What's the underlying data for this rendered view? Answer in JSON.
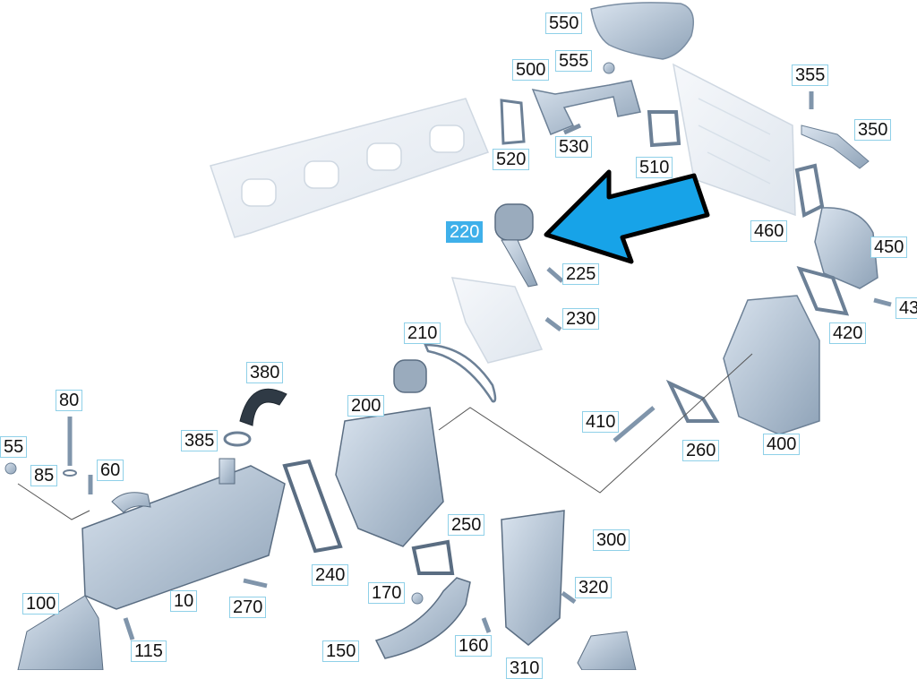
{
  "diagram": {
    "accent_arrow_color": "#17a3e8",
    "part_color": "#b7c7d9",
    "ghost_part_color": "#e7edf3",
    "highlighted_callout": "220",
    "callouts": [
      "550",
      "555",
      "500",
      "520",
      "530",
      "510",
      "355",
      "350",
      "460",
      "450",
      "43",
      "420",
      "220",
      "225",
      "230",
      "210",
      "380",
      "80",
      "385",
      "55",
      "85",
      "60",
      "200",
      "410",
      "260",
      "400",
      "250",
      "300",
      "240",
      "10",
      "270",
      "100",
      "170",
      "320",
      "115",
      "150",
      "160",
      "310"
    ]
  }
}
